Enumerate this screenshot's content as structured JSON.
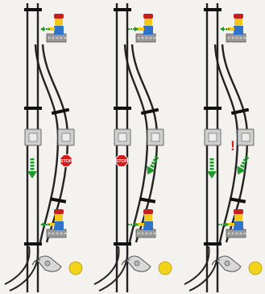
{
  "panels": [
    {
      "id": "panel-1",
      "straight_arrow": "down",
      "straight_signal": "go",
      "branch_arrow": "none",
      "branch_signal": "stop",
      "minifig_top_signal": "arrow-left",
      "minifig_bottom_signal": "arrow-left"
    },
    {
      "id": "panel-2",
      "straight_arrow": "none",
      "straight_signal": "stop",
      "branch_arrow": "down-left",
      "branch_signal": "go",
      "minifig_top_signal": "arrow-right",
      "minifig_bottom_signal": "arrow-right"
    },
    {
      "id": "panel-3",
      "straight_arrow": "down",
      "straight_signal": "go",
      "branch_arrow": "down-left",
      "branch_signal": "warning",
      "minifig_top_signal": "arrow-left",
      "minifig_bottom_signal": "arrow-right"
    }
  ],
  "labels": {
    "stop": "STOP",
    "warning": "!"
  },
  "colors": {
    "rail": "#222222",
    "sleeper": "#111111",
    "signal_arrow": "#1e9a2c",
    "stop_sign": "#d61a1a",
    "warning": "#d61a1a",
    "light": "#f3d21a",
    "minifig_torso": "#2f74c9",
    "minifig_head": "#f2c81a",
    "minifig_hat": "#c81e1e"
  },
  "icons": {
    "signal_box": "grey-signal-box-icon",
    "remote_controller": "grey-remote-controller-icon",
    "indicator_light": "yellow-light-icon",
    "minifig": "lego-minifigure-icon"
  }
}
